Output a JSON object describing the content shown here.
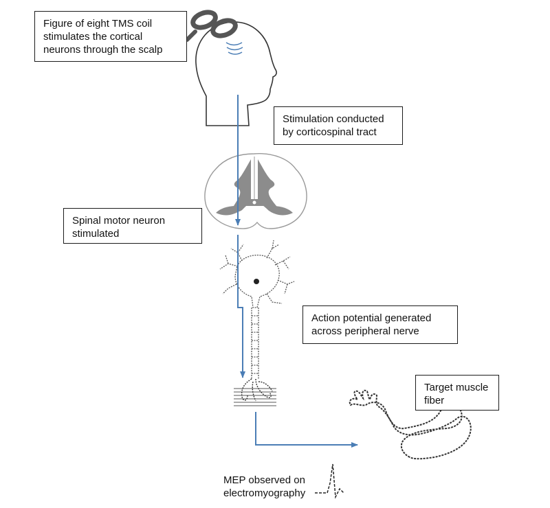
{
  "labels": {
    "tms_coil": [
      "Figure of eight TMS coil",
      "stimulates the cortical",
      "neurons through the scalp"
    ],
    "corticospinal": [
      "Stimulation conducted",
      "by corticospinal tract"
    ],
    "spinal_motor": [
      "Spinal motor neuron",
      "stimulated"
    ],
    "action_potential": [
      "Action potential generated",
      "across peripheral nerve"
    ],
    "target_muscle": [
      "Target muscle",
      "fiber"
    ],
    "mep": [
      "MEP observed on",
      "electromyography"
    ]
  },
  "colors": {
    "arrow": "#4a7db5",
    "outline": "#333333",
    "gray_matter": "#8c8c8c",
    "coil": "#555555"
  }
}
